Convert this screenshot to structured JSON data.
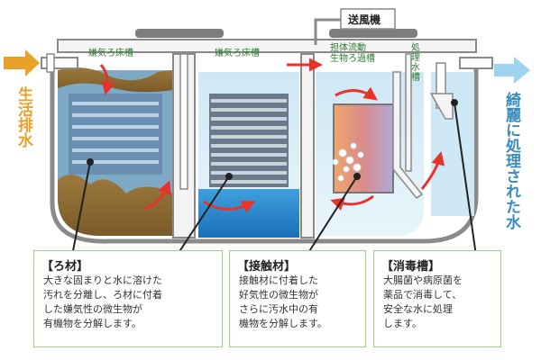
{
  "blower_label": "送風機",
  "inflow_label": "生活排水",
  "outflow_label": "綺麗に処理された水",
  "chambers": [
    {
      "label": "嫌気ろ床槽"
    },
    {
      "label": "嫌気ろ床槽"
    },
    {
      "label_lines": [
        "担体流動",
        "生物ろ過槽"
      ]
    },
    {
      "label_lines": [
        "処",
        "理",
        "水",
        "槽"
      ]
    }
  ],
  "callouts": [
    {
      "title": "【ろ材】",
      "lines": [
        "大きな固まりと水に溶けた",
        "汚れを分離し、ろ材に付着",
        "した嫌気性の微生物が",
        "有機物を分解します。"
      ]
    },
    {
      "title": "【接触材】",
      "lines": [
        "接触材に付着した",
        "好気性の微生物が",
        "さらに汚水中の有",
        "機物を分解します。"
      ]
    },
    {
      "title": "【消毒槽】",
      "lines": [
        "大腸菌や病原菌を",
        "薬品で消毒して、",
        "安全な水に処理",
        "します。"
      ]
    }
  ],
  "colors": {
    "green_text": "#2f7d32",
    "inflow_orange": "#e8a22a",
    "outflow_blue": "#3a8dbd",
    "arrow_red": "#e8332a"
  }
}
